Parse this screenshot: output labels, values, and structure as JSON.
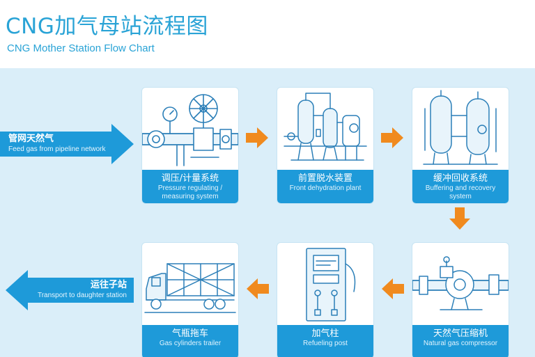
{
  "title": {
    "cn": "CNG加气母站流程图",
    "en": "CNG Mother Station Flow Chart"
  },
  "inlet": {
    "cn": "管网天然气",
    "en": "Feed gas from pipeline network"
  },
  "outlet": {
    "cn": "运往子站",
    "en": "Transport to daughter station"
  },
  "steps": [
    {
      "cn": "调压/计量系统",
      "en": "Pressure regulating / measuring system",
      "icon": "pressure-regulator-icon"
    },
    {
      "cn": "前置脱水装置",
      "en": "Front dehydration plant",
      "icon": "dehydration-plant-icon"
    },
    {
      "cn": "缓冲回收系统",
      "en": "Buffering and recovery system",
      "icon": "buffer-tank-icon"
    },
    {
      "cn": "天然气压缩机",
      "en": "Natural gas compressor",
      "icon": "compressor-icon"
    },
    {
      "cn": "加气柱",
      "en": "Refueling post",
      "icon": "refueling-post-icon"
    },
    {
      "cn": "气瓶拖车",
      "en": "Gas cylinders trailer",
      "icon": "tube-trailer-icon"
    }
  ],
  "colors": {
    "title": "#29a3d6",
    "band": "#1e9ad9",
    "flow_arrow": "#f08a1e",
    "background": "#daeef9",
    "sketch": "#2b7fb8"
  }
}
